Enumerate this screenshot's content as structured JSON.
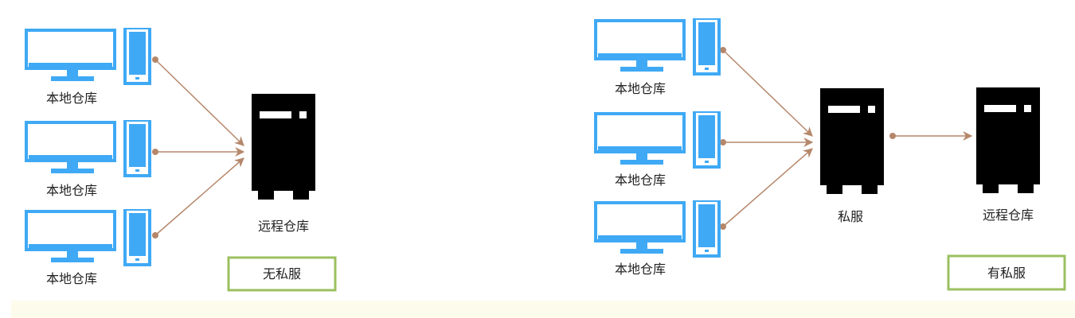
{
  "colors": {
    "monitor": "#3fa9f5",
    "server": "#000000",
    "arrow": "#b5876a",
    "label_box_border": "#9bc060",
    "text": "#222222",
    "bottom_strip": "#fdfcec"
  },
  "icons": [
    "computer-icon",
    "server-icon",
    "arrow-connector"
  ],
  "left_panel": {
    "clients": [
      {
        "label": "本地仓库"
      },
      {
        "label": "本地仓库"
      },
      {
        "label": "本地仓库"
      }
    ],
    "server_label": "远程仓库",
    "caption": "无私服"
  },
  "right_panel": {
    "clients": [
      {
        "label": "本地仓库"
      },
      {
        "label": "本地仓库"
      },
      {
        "label": "本地仓库"
      }
    ],
    "private_server_label": "私服",
    "remote_server_label": "远程仓库",
    "caption": "有私服"
  }
}
